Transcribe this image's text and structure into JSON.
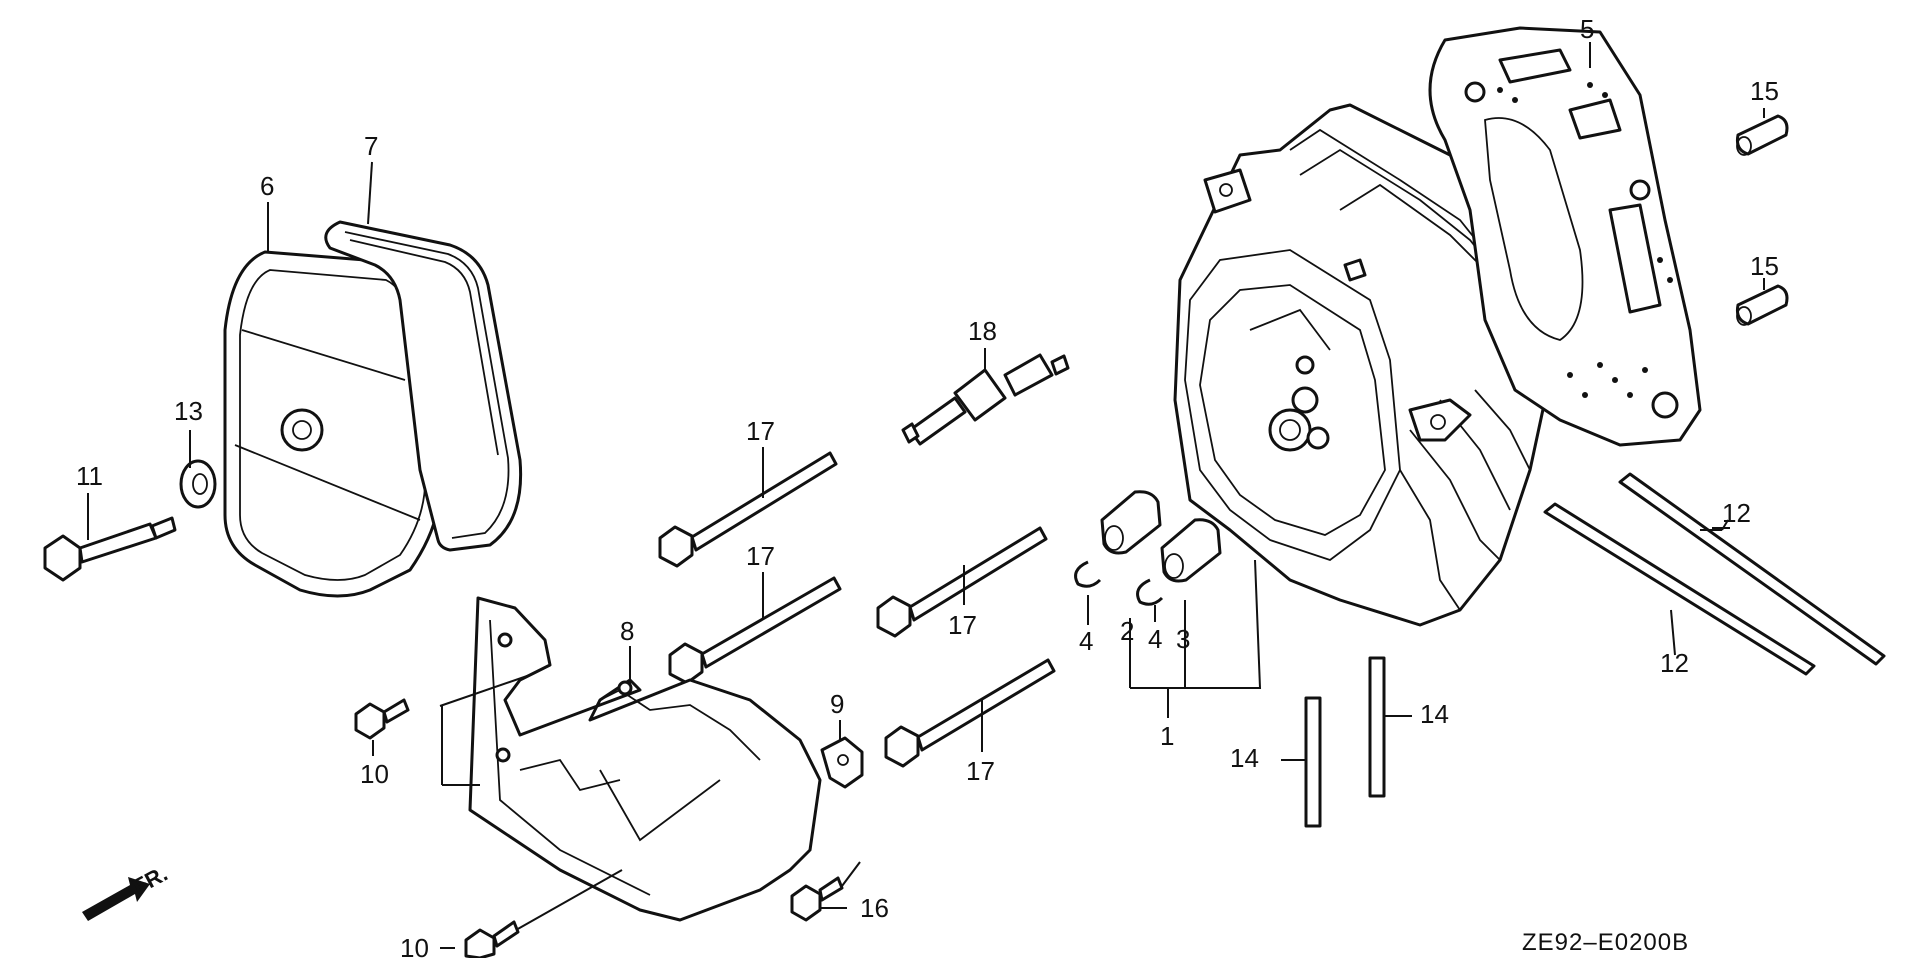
{
  "diagram": {
    "drawing_code": "ZE92–E0200B",
    "direction_marker": "FR.",
    "callouts": {
      "c1": "1",
      "c2": "2",
      "c3": "3",
      "c4a": "4",
      "c4b": "4",
      "c5": "5",
      "c6": "6",
      "c7": "7",
      "c8": "8",
      "c9": "9",
      "c10a": "10",
      "c10b": "10",
      "c11": "11",
      "c12a": "12",
      "c12b": "12",
      "c13": "13",
      "c14a": "14",
      "c14b": "14",
      "c15a": "15",
      "c15b": "15",
      "c16": "16",
      "c17a": "17",
      "c17b": "17",
      "c17c": "17",
      "c17d": "17",
      "c18": "18"
    }
  }
}
